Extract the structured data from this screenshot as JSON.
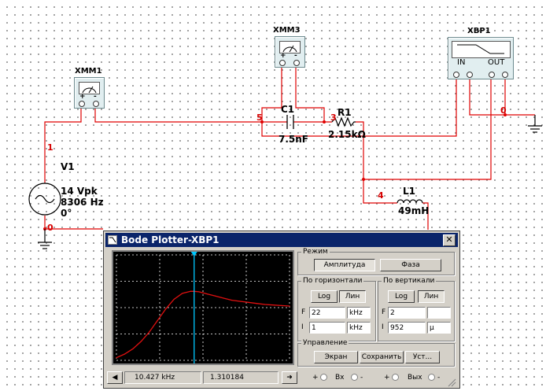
{
  "schematic": {
    "xmm1": {
      "name": "XMM1",
      "plus": "+",
      "minus": "-"
    },
    "xmm3": {
      "name": "XMM3",
      "plus": "+",
      "minus": "-"
    },
    "xbp1": {
      "name": "XBP1",
      "in": "IN",
      "out": "OUT"
    },
    "v1": {
      "name": "V1",
      "amplitude": "14 Vpk",
      "frequency": "8306 Hz",
      "phase": "0°"
    },
    "c1": {
      "name": "C1",
      "value": "7.5nF"
    },
    "r1": {
      "name": "R1",
      "value": "2.15kΩ"
    },
    "l1": {
      "name": "L1",
      "value": "49mH"
    },
    "nodes": {
      "n1": "1",
      "n0a": "0",
      "n0b": "0",
      "n3": "3",
      "n4": "4",
      "n5": "5"
    }
  },
  "bode": {
    "title": "Bode Plotter-XBP1",
    "mode": {
      "label": "Режим",
      "magnitude": "Амплитуда",
      "phase": "Фаза"
    },
    "horizontal": {
      "label": "По горизонтали",
      "log": "Log",
      "lin": "Лин",
      "f_label": "F",
      "f_value": "22",
      "f_unit": "kHz",
      "i_label": "I",
      "i_value": "1",
      "i_unit": "kHz"
    },
    "vertical": {
      "label": "По вертикали",
      "log": "Log",
      "lin": "Лин",
      "f_label": "F",
      "f_value": "2",
      "f_unit": "",
      "i_label": "I",
      "i_value": "952",
      "i_unit": "μ"
    },
    "control": {
      "label": "Управление",
      "screen": "Экран",
      "save": "Сохранить",
      "setup": "Уст..."
    },
    "status": {
      "frequency": "10.427 kHz",
      "value": "1.310184"
    },
    "terminals": {
      "plus_in": "+",
      "in": "Вх",
      "minus_in": "-",
      "plus_out": "+",
      "out": "Вых",
      "minus_out": "-"
    },
    "colors": {
      "trace": "#e01010",
      "cursor": "#00c8ff",
      "grid": "#ffffff"
    }
  },
  "chart_data": {
    "type": "line",
    "title": "",
    "xlabel": "",
    "ylabel": "",
    "xlim": [
      1,
      22
    ],
    "x_unit": "kHz",
    "x_scale": "linear",
    "ylim": [
      0.000952,
      2
    ],
    "y_scale": "linear",
    "grid": true,
    "cursor": {
      "x": 10.427,
      "y": 1.310184
    },
    "series": [
      {
        "x": [
          1.0,
          2.0,
          3.0,
          4.0,
          5.0,
          6.0,
          7.0,
          8.0,
          9.0,
          10.0,
          10.4,
          11.0,
          12.0,
          13.0,
          14.0,
          15.0,
          16.0,
          17.0,
          18.0,
          19.0,
          20.0,
          21.0,
          22.0
        ],
        "y": [
          0.05,
          0.12,
          0.22,
          0.36,
          0.54,
          0.76,
          0.98,
          1.16,
          1.27,
          1.31,
          1.31,
          1.3,
          1.26,
          1.22,
          1.18,
          1.14,
          1.12,
          1.1,
          1.08,
          1.06,
          1.05,
          1.04,
          1.03
        ]
      }
    ]
  }
}
